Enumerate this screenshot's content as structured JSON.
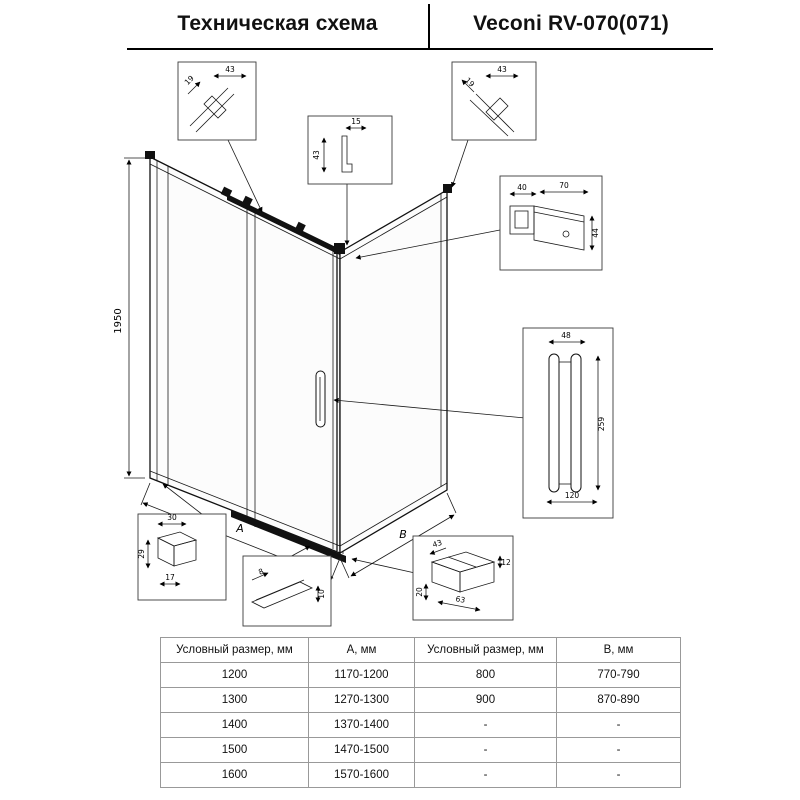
{
  "header": {
    "title_left": "Техническая схема",
    "title_right": "Veconi RV-070(071)"
  },
  "drawing": {
    "height_dim": "1950",
    "dim_a_label": "A",
    "dim_b_label": "B",
    "details": {
      "glass_clamp_left": {
        "d1": "19",
        "d2": "43"
      },
      "wall_profile": {
        "d1": "15",
        "d2": "43"
      },
      "glass_clamp_right": {
        "d1": "19",
        "d2": "43"
      },
      "corner_connector": {
        "d1": "40",
        "d2": "70",
        "d3": "44"
      },
      "handle": {
        "d1": "48",
        "d2": "259",
        "d3": "120"
      },
      "wall_bracket": {
        "d1": "30",
        "d2": "29",
        "d3": "17"
      },
      "bottom_sill": {
        "d1": "8",
        "d2": "10"
      },
      "bottom_guide": {
        "d1": "43",
        "d2": "12",
        "d3": "63",
        "d4": "20"
      }
    }
  },
  "table": {
    "headers": [
      "Условный размер, мм",
      "А, мм",
      "Условный размер, мм",
      "В, мм"
    ],
    "rows": [
      [
        "1200",
        "1170-1200",
        "800",
        "770-790"
      ],
      [
        "1300",
        "1270-1300",
        "900",
        "870-890"
      ],
      [
        "1400",
        "1370-1400",
        "-",
        "-"
      ],
      [
        "1500",
        "1470-1500",
        "-",
        "-"
      ],
      [
        "1600",
        "1570-1600",
        "-",
        "-"
      ]
    ]
  }
}
